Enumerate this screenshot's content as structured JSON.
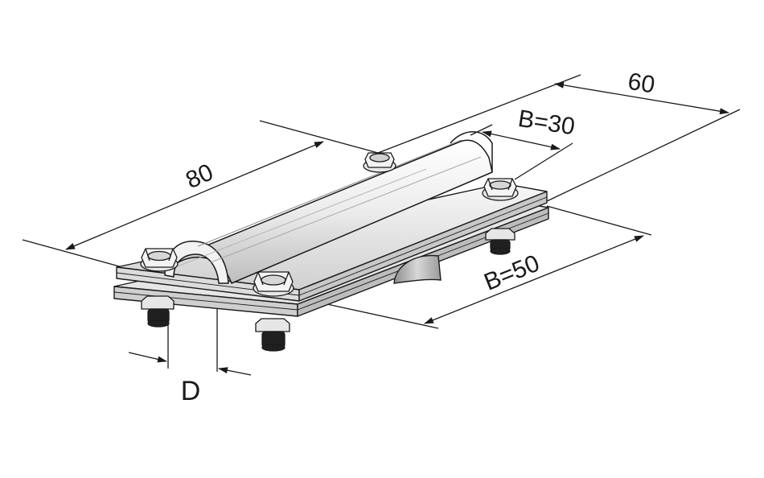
{
  "diagram": {
    "dimensions": {
      "width_label": "60",
      "length_label": "80",
      "upper_width_label": "B=30",
      "lower_width_label": "B=50",
      "diameter_label": "D"
    },
    "colors": {
      "line": "#1a1a1a",
      "metal_light": "#f4f4f4",
      "metal_mid": "#d9d9d9",
      "metal_dark": "#9a9a9a",
      "nut_dark": "#202020"
    }
  }
}
